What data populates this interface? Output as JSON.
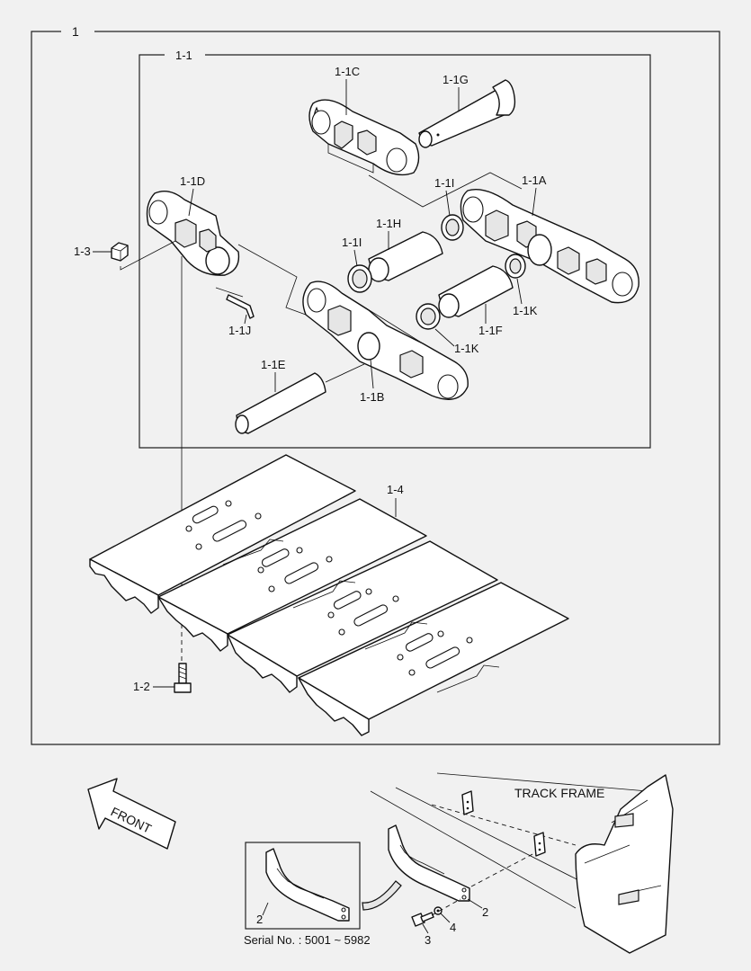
{
  "labels": {
    "main": "1",
    "assembly": "1-1",
    "link_c": "1-1C",
    "pin_g": "1-1G",
    "link_d": "1-1D",
    "seal_i_top": "1-1I",
    "link_a": "1-1A",
    "bushing_h": "1-1H",
    "nut": "1-3",
    "seal_i_left": "1-1I",
    "seal_k_right": "1-1K",
    "pin_j": "1-1J",
    "bushing_f": "1-1F",
    "seal_k_mid": "1-1K",
    "pin_e": "1-1E",
    "link_b": "1-1B",
    "shoe": "1-4",
    "bolt": "1-2",
    "guard_left": "2",
    "guard_right": "2",
    "bolt_3": "3",
    "washer_4": "4"
  },
  "track_frame": "TRACK FRAME",
  "front": "FRONT",
  "serial": "Serial No. : 5001 ~ 5982"
}
